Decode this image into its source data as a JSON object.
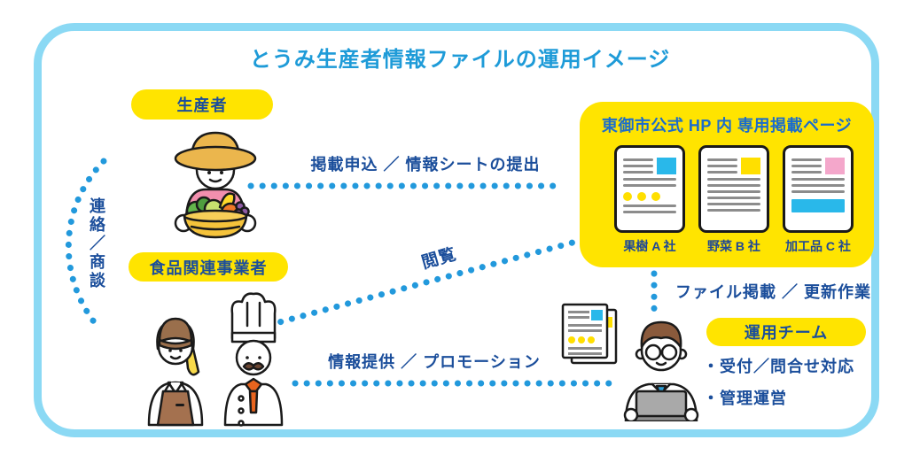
{
  "title": "とうみ生産者情報ファイルの運用イメージ",
  "colors": {
    "title_blue": "#1E9BD8",
    "label_blue": "#1B4E9B",
    "hp_title_blue": "#1A6CCD",
    "dot_blue": "#2299DC",
    "frame_blue": "#8BD9F4",
    "accent_yellow": "#FFE400"
  },
  "actors": {
    "producer": {
      "label": "生産者",
      "icon": "farmer-basket-icon"
    },
    "food_business": {
      "label": "食品関連事業者",
      "icon": "shopkeeper-chef-icon"
    },
    "operation_team": {
      "label": "運用チーム",
      "icon": "operator-laptop-icon",
      "tasks": [
        "・受付／問合せ対応",
        "・管理運営"
      ]
    }
  },
  "hp_box": {
    "title": "東御市公式 HP 内 専用掲載ページ",
    "cards": [
      {
        "name": "果樹 A 社",
        "accent": "#29B8EA"
      },
      {
        "name": "野菜 B 社",
        "accent": "#FFDF00"
      },
      {
        "name": "加工品 C 社",
        "accent": "#F4A7CB"
      }
    ]
  },
  "flows": {
    "contact": "連絡／商談",
    "application": "掲載申込 ／ 情報シートの提出",
    "browse": "閲覧",
    "promotion": "情報提供 ／ プロモーション",
    "file_update": "ファイル掲載 ／ 更新作業"
  }
}
